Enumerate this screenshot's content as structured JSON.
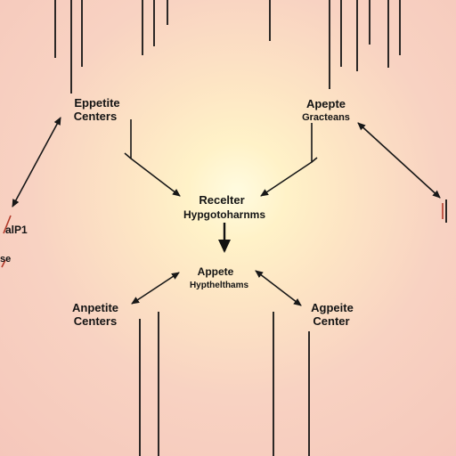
{
  "diagram": {
    "nodes": {
      "top_left": {
        "line1": "Eppetite",
        "line2": "Centers"
      },
      "top_right": {
        "line1": "Apepte",
        "line2": "Gracteans"
      },
      "center_top": {
        "line1": "Recelter",
        "line2": "Hypgotoharnms"
      },
      "center_bottom": {
        "line1": "Appete",
        "line2": "Hypthelthams"
      },
      "bottom_left": {
        "line1": "Anpetite",
        "line2": "Centers"
      },
      "bottom_right": {
        "line1": "Agpeite",
        "line2": "Center"
      },
      "left_edge": {
        "line1": "alP1",
        "line2": "se"
      }
    },
    "colors": {
      "ink": "#141414",
      "accent_red": "#b23a2a"
    }
  }
}
